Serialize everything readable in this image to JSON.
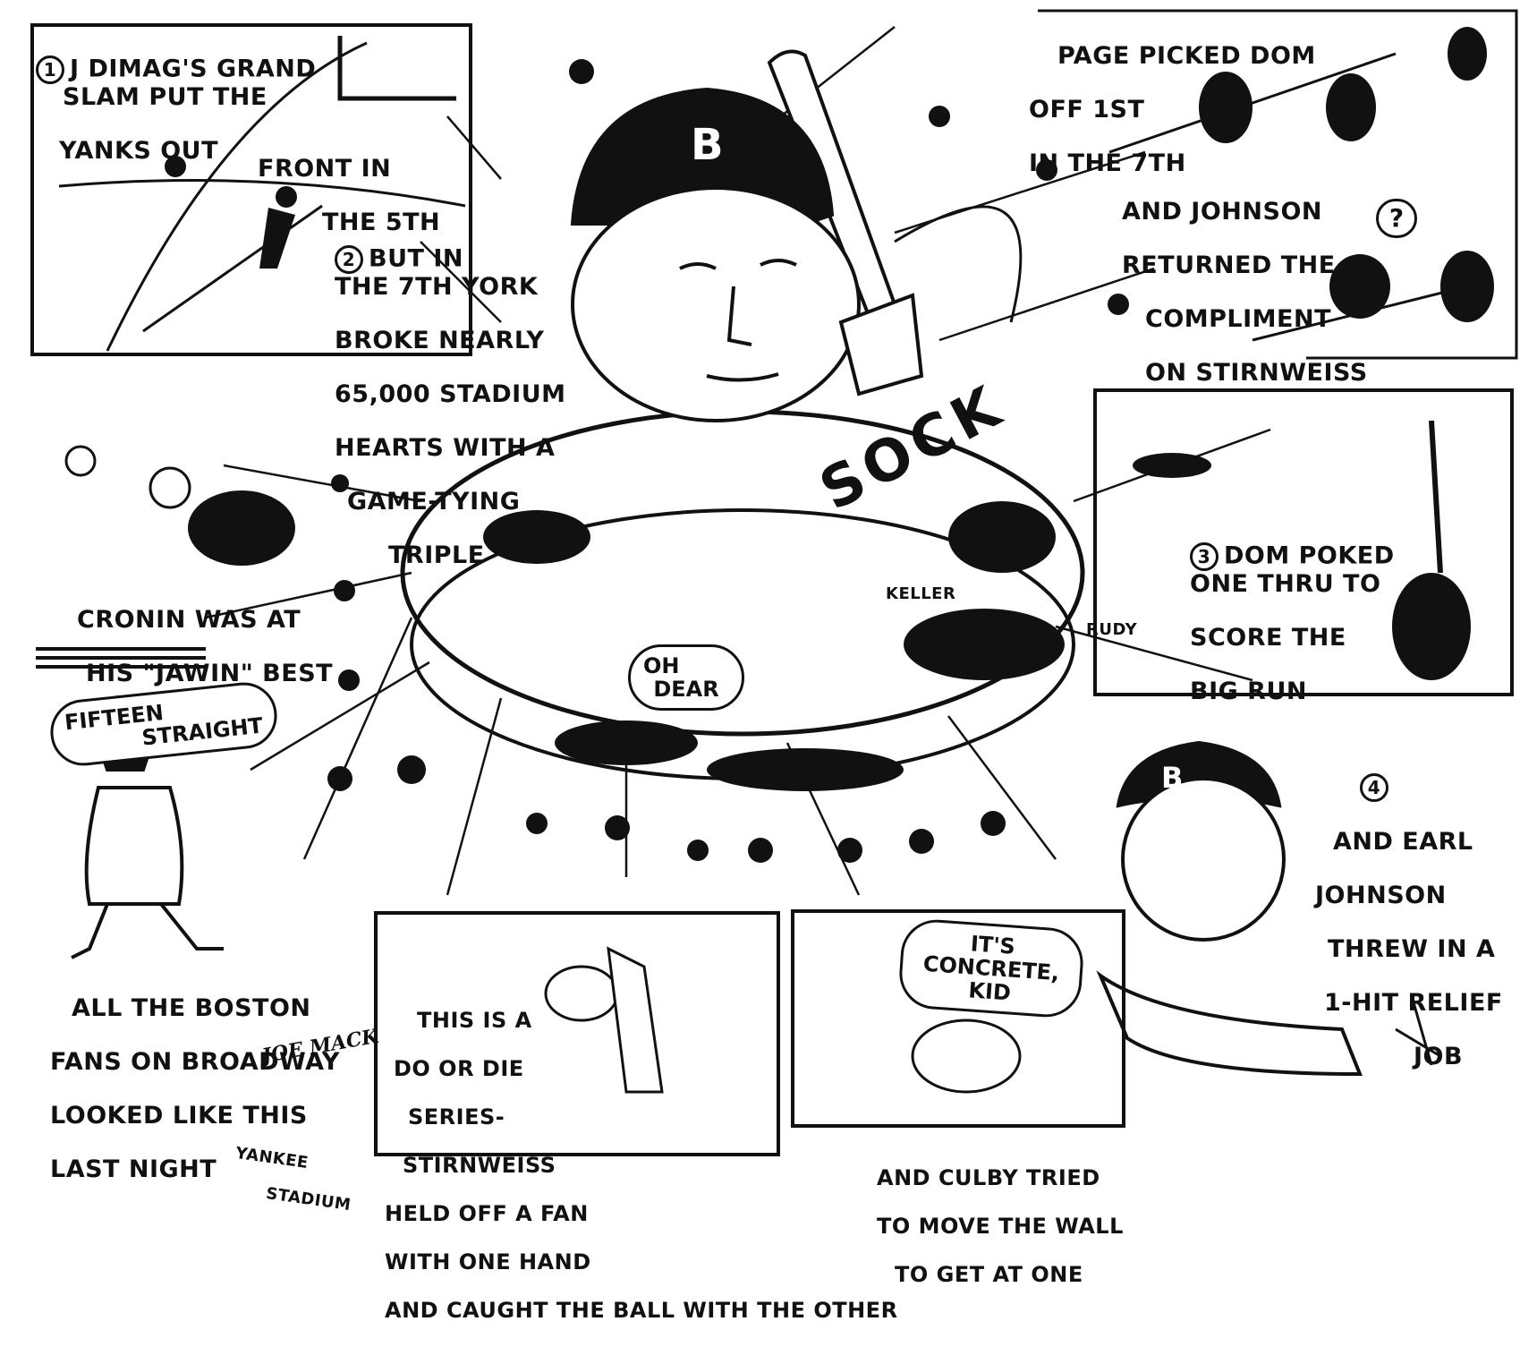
{
  "panels": {
    "p1": {
      "number": "1",
      "lines": [
        "J DIMAG'S GRAND",
        "SLAM PUT THE",
        "YANKS OUT"
      ],
      "tail": [
        "FRONT IN",
        "THE 5TH"
      ]
    },
    "p2": {
      "number": "2",
      "lines": [
        "BUT IN",
        "THE 7TH YORK",
        "BROKE NEARLY",
        "65,000 STADIUM",
        "HEARTS WITH A",
        "GAME-TYING",
        "TRIPLE"
      ]
    },
    "page_picked": {
      "lines": [
        "PAGE PICKED DOM",
        "OFF 1ST",
        "IN THE 7TH"
      ]
    },
    "johnson_returned": {
      "lines": [
        "AND JOHNSON",
        "RETURNED THE",
        "COMPLIMENT",
        "ON STIRNWEISS"
      ],
      "question": "?"
    },
    "cronin": {
      "lines": [
        "CRONIN WAS AT",
        "HIS \"JAWIN\" BEST"
      ]
    },
    "p3": {
      "number": "3",
      "lines": [
        "DOM POKED",
        "ONE THRU TO",
        "SCORE THE",
        "BIG RUN"
      ]
    },
    "p4": {
      "number": "4",
      "lines": [
        "AND EARL",
        "JOHNSON",
        "THREW IN A",
        "1-HIT RELIEF",
        "JOB"
      ]
    },
    "boston_fans": {
      "lines": [
        "ALL THE BOSTON",
        "FANS ON BROADWAY",
        "LOOKED LIKE THIS",
        "LAST NIGHT"
      ]
    },
    "stirnweiss": {
      "lines": [
        "THIS IS A",
        "DO OR DIE",
        "SERIES-",
        "STIRNWEISS",
        "HELD OFF A FAN",
        "WITH ONE HAND",
        "AND CAUGHT THE BALL WITH THE OTHER"
      ]
    },
    "culby": {
      "lines": [
        "AND CULBY TRIED",
        "TO MOVE THE WALL",
        "TO GET AT ONE"
      ]
    }
  },
  "bubbles": {
    "fifteen": {
      "line1": "FIFTEEN",
      "line2": "STRAIGHT"
    },
    "oh_dear": {
      "line1": "OH",
      "line2": "DEAR"
    },
    "concrete": {
      "line1": "IT'S CONCRETE,",
      "line2": "KID"
    }
  },
  "labels": {
    "sock": "SOCK",
    "keller": "KELLER",
    "rudy": "RUDY",
    "cap_letter": "B",
    "cap_letter_2": "B",
    "signature": "JOE MACK",
    "location": [
      "YANKEE",
      "STADIUM"
    ]
  },
  "colors": {
    "ink": "#111111",
    "paper": "#ffffff"
  }
}
